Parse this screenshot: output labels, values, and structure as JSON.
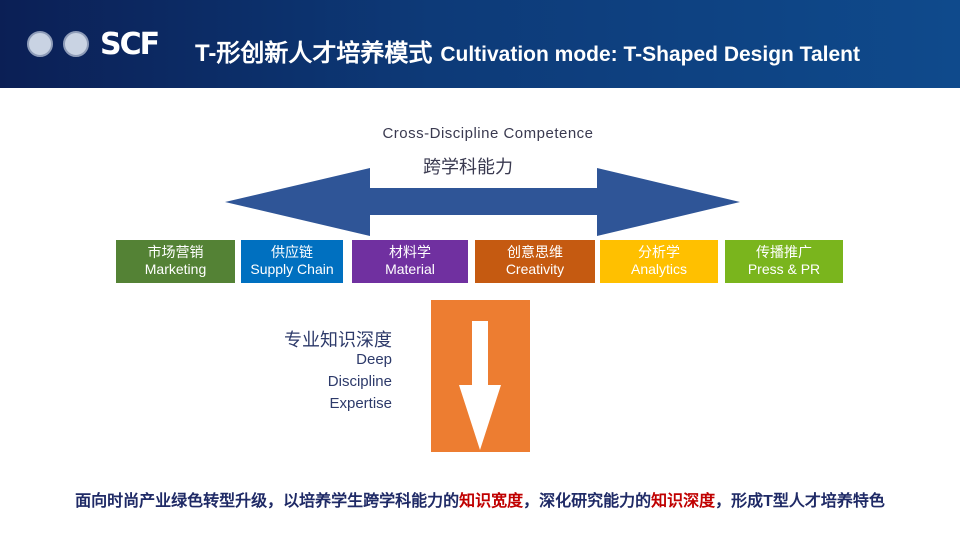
{
  "header": {
    "logo_text": "SCF",
    "title_zh": "T-形创新人才培养模式",
    "title_en": "Cultivation mode: T-Shaped Design Talent"
  },
  "cross": {
    "en": "Cross-Discipline Competence",
    "zh": "跨学科能力",
    "arrow_color": "#2f5597"
  },
  "disciplines": [
    {
      "zh": "市场营销",
      "en": "Marketing",
      "color": "#548235"
    },
    {
      "zh": "供应链",
      "en": "Supply Chain",
      "color": "#0070c0"
    },
    {
      "zh": "材料学",
      "en": "Material",
      "color": "#7030a0"
    },
    {
      "zh": "创意思维",
      "en": "Creativity",
      "color": "#c55a11"
    },
    {
      "zh": "分析学",
      "en": "Analytics",
      "color": "#ffc000"
    },
    {
      "zh": "传播推广",
      "en": "Press & PR",
      "color": "#7ab51d"
    }
  ],
  "depth": {
    "zh": "专业知识深度",
    "en1": "Deep",
    "en2": "Discipline",
    "en3": "Expertise",
    "color": "#ed7d31"
  },
  "footer": {
    "p1": "面向时尚产业绿色转型升级，以培养学生跨学科能力的",
    "r1": "知识宽度",
    "p2": "，深化研究能力的",
    "r2": "知识深度",
    "p3": "，形成T型人才培养特色"
  }
}
